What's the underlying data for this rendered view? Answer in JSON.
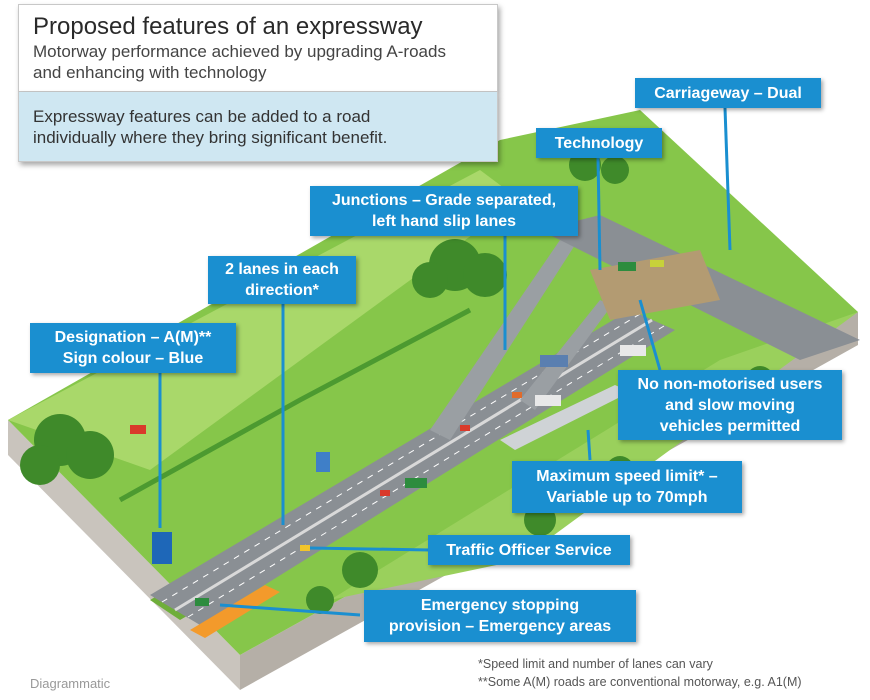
{
  "header": {
    "title": "Proposed features of an expressway",
    "subtitle_line1": "Motorway performance achieved by upgrading A-roads",
    "subtitle_line2": "and enhancing with technology"
  },
  "note": {
    "line1": "Expressway features can be added to a road",
    "line2": "individually where they bring significant benefit."
  },
  "callouts": {
    "carriageway": "Carriageway – Dual",
    "technology": "Technology",
    "junctions_line1": "Junctions – Grade separated,",
    "junctions_line2": "left hand slip lanes",
    "lanes_line1": "2 lanes in each",
    "lanes_line2": "direction*",
    "designation_line1": "Designation – A(M)**",
    "designation_line2": "Sign colour – Blue",
    "nonmotor_line1": "No non-motorised users",
    "nonmotor_line2": "and slow moving",
    "nonmotor_line3": "vehicles permitted",
    "speed_line1": "Maximum speed limit* –",
    "speed_line2": "Variable up to 70mph",
    "traffic_officer": "Traffic Officer Service",
    "emergency_line1": "Emergency stopping",
    "emergency_line2": "provision – Emergency areas"
  },
  "footer": {
    "diagrammatic": "Diagrammatic",
    "note1": "*Speed limit and number of lanes can vary",
    "note2": "**Some A(M) roads are conventional motorway, e.g. A1(M)"
  },
  "colors": {
    "callout_blue": "#1a8fd0",
    "grass": "#7fc243",
    "road": "#8a8f94",
    "emergency_area": "#f39a2b"
  }
}
